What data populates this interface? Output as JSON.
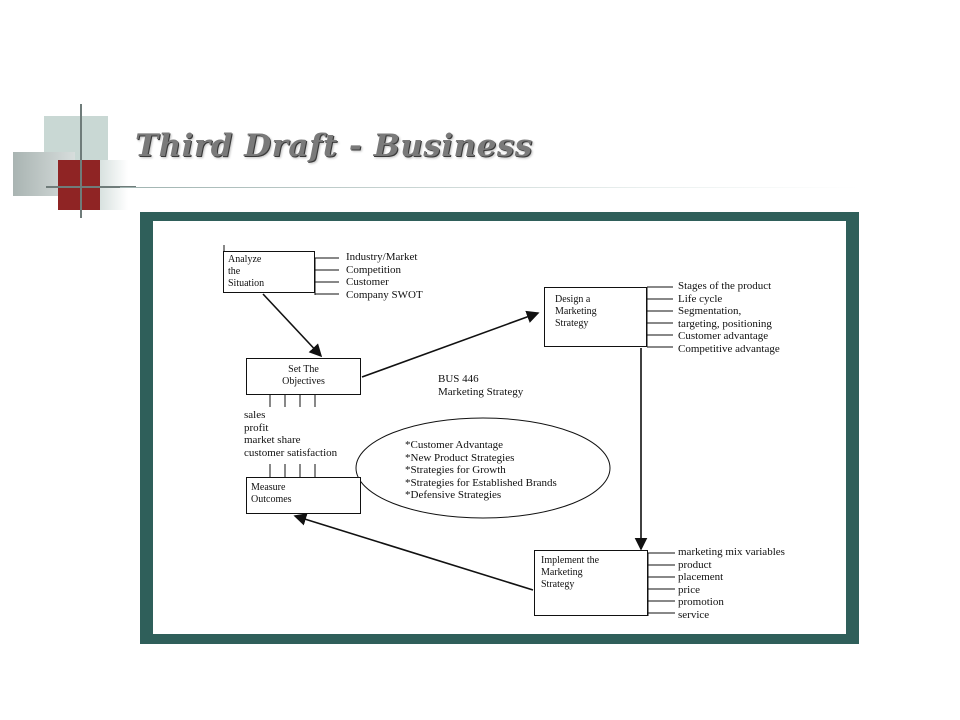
{
  "slide": {
    "title": "Third Draft - Business"
  },
  "diagram": {
    "nodes": {
      "analyze": {
        "lines": [
          "Analyze",
          "the",
          "Situation"
        ]
      },
      "objectives": {
        "lines": [
          "Set The",
          "Objectives"
        ]
      },
      "design": {
        "lines": [
          "Design a",
          "Marketing",
          "Strategy"
        ]
      },
      "measure": {
        "lines": [
          "Measure",
          "Outcomes"
        ]
      },
      "implement": {
        "lines": [
          "Implement the",
          "Marketing",
          "Strategy"
        ]
      }
    },
    "analyze_items": [
      "Industry/Market",
      "Competition",
      "Customer",
      "Company SWOT"
    ],
    "design_items": [
      "Stages of the product",
      "Life cycle",
      "Segmentation,",
      "targeting, positioning",
      "Customer advantage",
      "Competitive advantage"
    ],
    "objective_items": [
      "sales",
      "profit",
      "market share",
      "customer satisfaction"
    ],
    "implement_items": [
      "marketing mix variables",
      "product",
      "placement",
      "price",
      "promotion",
      "service"
    ],
    "center_label": [
      "BUS 446",
      "Marketing Strategy"
    ],
    "ellipse_items": [
      "*Customer Advantage",
      "*New Product Strategies",
      "*Strategies for Growth",
      "*Strategies for Established Brands",
      "*Defensive Strategies"
    ]
  }
}
